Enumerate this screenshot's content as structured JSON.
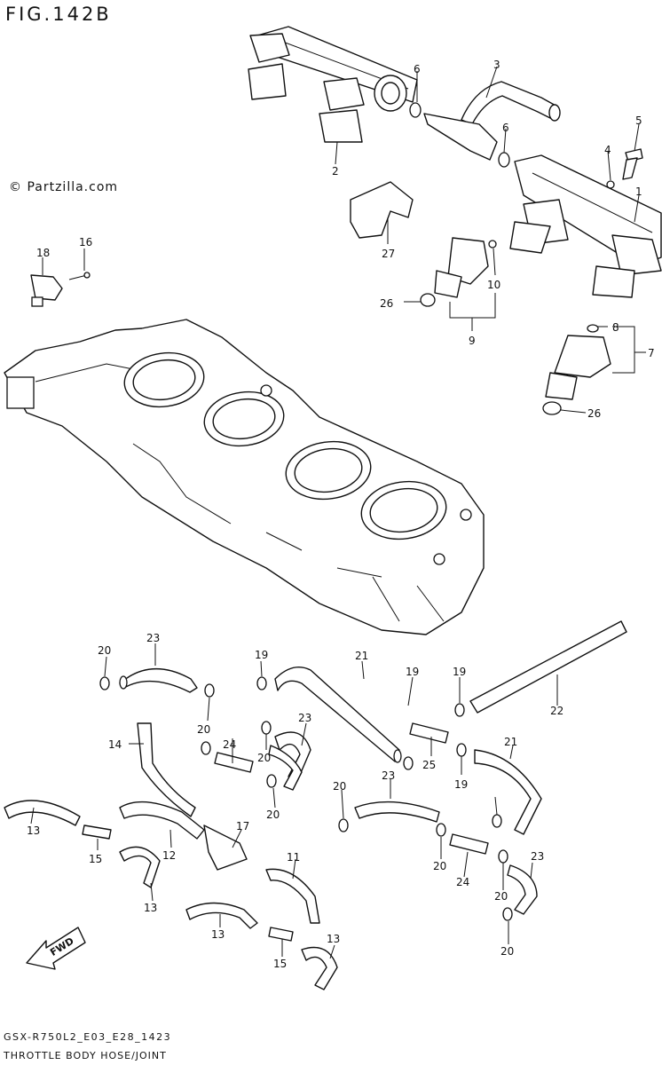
{
  "header": {
    "figure_title": "FIG.142B"
  },
  "watermark": "© Partzilla.com",
  "footer": {
    "code": "GSX-R750L2_E03_E28_1423",
    "caption": "THROTTLE BODY HOSE/JOINT"
  },
  "direction_arrow": "FWD",
  "callouts": [
    "1",
    "2",
    "3",
    "5",
    "6",
    "6",
    "4",
    "2",
    "27",
    "10",
    "16",
    "18",
    "26",
    "9",
    "8",
    "7",
    "26",
    "20",
    "23",
    "19",
    "21",
    "19",
    "19",
    "22",
    "20",
    "24",
    "23",
    "14",
    "20",
    "25",
    "21",
    "20",
    "20",
    "23",
    "19",
    "13",
    "17",
    "12",
    "11",
    "15",
    "20",
    "23",
    "13",
    "13",
    "24",
    "20",
    "15",
    "13",
    "20"
  ]
}
